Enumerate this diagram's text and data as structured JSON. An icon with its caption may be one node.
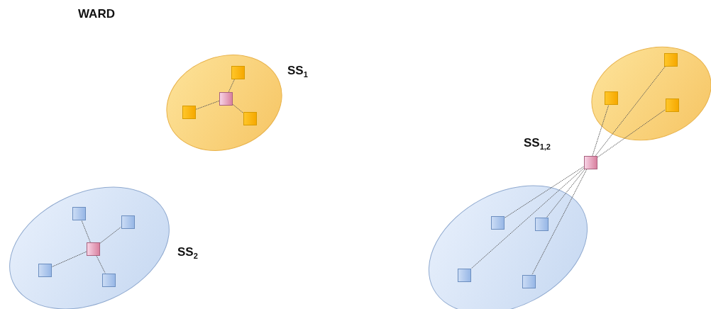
{
  "diagram": {
    "title": "WARD",
    "nodes": [
      {
        "text": [
          "SS$_{1}$"
        ]
      },
      {
        "text": [],
        "shape": "box",
        "in": 0
      },
      {
        "text": [],
        "shape": "box",
        "in": 0
      },
      {
        "text": [],
        "shape": "box",
        "in": 0
      },
      {
        "text": [],
        "shape": "box",
        "in": 0
      },
      {
        "text": [
          "SS$_{2}$"
        ]
      },
      {
        "text": [],
        "shape": "box",
        "in": 5
      },
      {
        "text": [],
        "shape": "box",
        "in": 5
      },
      {
        "text": [],
        "shape": "box",
        "in": 5
      },
      {
        "text": [],
        "shape": "box",
        "in": 5
      },
      {
        "text": [],
        "shape": "box",
        "in": 5
      },
      {
        "text": [],
        "shape": "ellipse"
      },
      {
        "text": [],
        "shape": "box",
        "in": 11
      },
      {
        "text": [],
        "shape": "box",
        "in": 11
      },
      {
        "text": [],
        "shape": "box",
        "in": 11
      },
      {
        "text": [],
        "shape": "ellipse"
      },
      {
        "text": [],
        "shape": "box",
        "in": 15
      },
      {
        "text": [],
        "shape": "box",
        "in": 15
      },
      {
        "text": [],
        "shape": "box",
        "in": 15
      },
      {
        "text": [],
        "shape": "box",
        "in": 15
      },
      {
        "text": [],
        "shape": "box",
        "beside": [
          "SS$_{1,2}$"
        ]
      }
    ],
    "edges": [
      {
        "from": 1,
        "to": 2,
        "arrow": "none"
      },
      {
        "from": 1,
        "to": 3,
        "arrow": "none"
      },
      {
        "from": 1,
        "to": 4,
        "arrow": "none"
      },
      {
        "from": 6,
        "to": 7,
        "arrow": "none"
      },
      {
        "from": 6,
        "to": 8,
        "arrow": "none"
      },
      {
        "from": 6,
        "to": 9,
        "arrow": "none"
      },
      {
        "from": 6,
        "to": 10,
        "arrow": "none"
      },
      {
        "from": 20,
        "to": 12,
        "arrow": "none"
      },
      {
        "from": 20,
        "to": 13,
        "arrow": "none"
      },
      {
        "from": 20,
        "to": 14,
        "arrow": "none"
      },
      {
        "from": 20,
        "to": 16,
        "arrow": "none"
      },
      {
        "from": 20,
        "to": 17,
        "arrow": "none"
      },
      {
        "from": 20,
        "to": 18,
        "arrow": "none"
      },
      {
        "from": 20,
        "to": 19,
        "arrow": "none"
      }
    ]
  }
}
